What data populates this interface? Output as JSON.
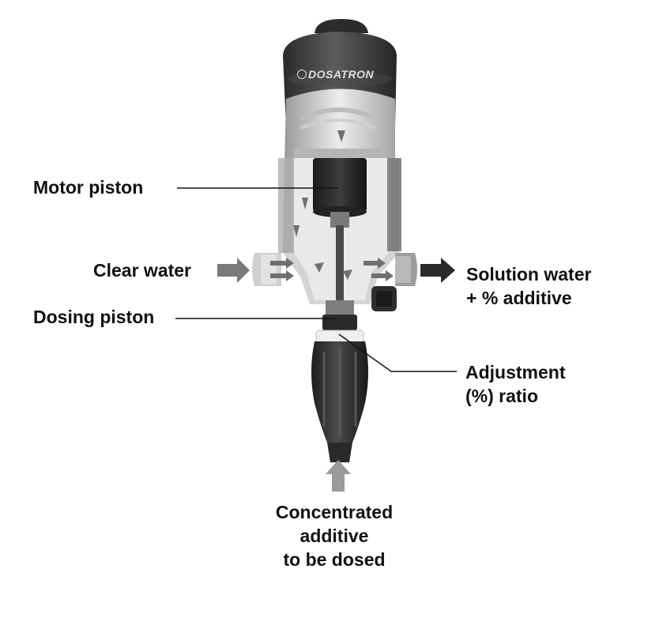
{
  "brand": {
    "logo_text": "DOSATRON"
  },
  "labels": {
    "motor_piston": "Motor piston",
    "clear_water": "Clear water",
    "dosing_piston": "Dosing piston",
    "solution_water": [
      "Solution water",
      "+ % additive"
    ],
    "adjustment": [
      "Adjustment",
      "(%) ratio"
    ],
    "concentrated": [
      "Concentrated",
      "additive",
      "to be dosed"
    ]
  },
  "colors": {
    "text": "#111111",
    "leader_line": "#111111",
    "arrow": "#777777",
    "body_dark": "#3a3a3a"
  }
}
